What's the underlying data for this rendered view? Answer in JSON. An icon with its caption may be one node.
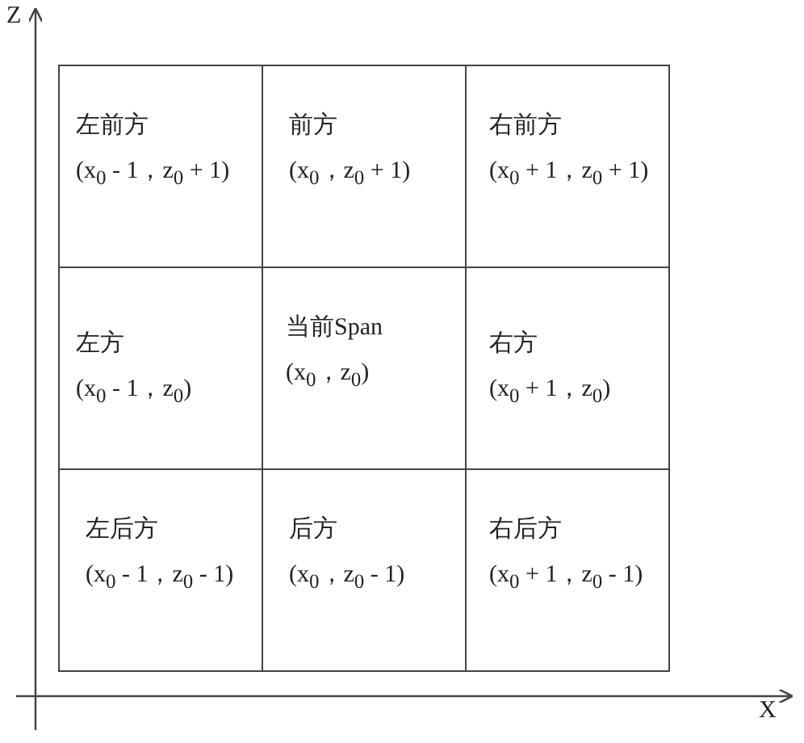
{
  "diagram": {
    "nodes": [
      {
        "text": [
          "左前方",
          "(x$_{0}$ - 1，z$_{0}$ + 1)"
        ]
      },
      {
        "text": [
          "前方",
          "(x$_{0}$，z$_{0}$ + 1)"
        ]
      },
      {
        "text": [
          "右前方",
          "(x$_{0}$ + 1，z$_{0}$ + 1)"
        ]
      },
      {
        "text": [
          "左方",
          "(x$_{0}$ - 1，z$_{0}$)"
        ]
      },
      {
        "text": [
          "当前Span",
          "(x$_{0}$，z$_{0}$)"
        ]
      },
      {
        "text": [
          "右方",
          "(x$_{0}$ + 1，z$_{0}$)"
        ]
      },
      {
        "text": [
          "左后方",
          "(x$_{0}$ - 1，z$_{0}$ - 1)"
        ]
      },
      {
        "text": [
          "后方",
          "(x$_{0}$，z$_{0}$ - 1)"
        ]
      },
      {
        "text": [
          "右后方",
          "(x$_{0}$ + 1，z$_{0}$ - 1)"
        ]
      }
    ],
    "labels": [
      "Z",
      "X"
    ]
  }
}
